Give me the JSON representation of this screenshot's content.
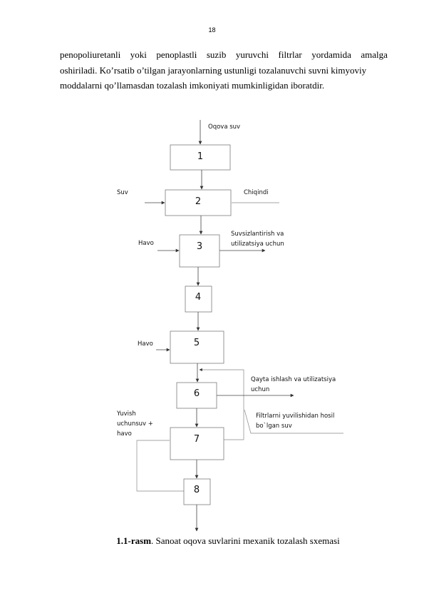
{
  "page": {
    "number": "18"
  },
  "paragraph": {
    "line1_words": [
      "penopoliuretanli",
      "yoki",
      "penoplastli",
      "suzib",
      "yuruvchi",
      "filtrlar",
      "yordamida",
      "amalga"
    ],
    "line2": "oshiriladi. Ko’rsatib o’tilgan jarayonlarning ustunligi tozalanuvchi suvni kimyoviy",
    "line3": "moddalarni qo’llamasdan tozalash imkoniyati mumkinligidan iboratdir."
  },
  "diagram": {
    "boxes": [
      "1",
      "2",
      "3",
      "4",
      "5",
      "6",
      "7",
      "8"
    ],
    "labels": {
      "oqova_suv": "Oqova suv",
      "suv": "Suv",
      "chiqindi": "Chiqindi",
      "havo_3": "Havo",
      "suvsizlantirish_1": "Suvsizlantirish va",
      "suvsizlantirish_2": "utilizatsiya uchun",
      "havo_5": "Havo",
      "qayta_1": "Qayta ishlash va utilizatsiya",
      "qayta_2": "uchun",
      "yuvish_1": "Yuvish",
      "yuvish_2": "uchunsuv +",
      "yuvish_3": "havo",
      "filtr_1": "Filtrlarni yuvilishidan  hosil",
      "filtr_2": "bo`lgan suv"
    }
  },
  "caption": {
    "label": "1.1-rasm",
    "text": ". Sanoat oqova suvlarini mexanik tozalash sxemasi"
  }
}
